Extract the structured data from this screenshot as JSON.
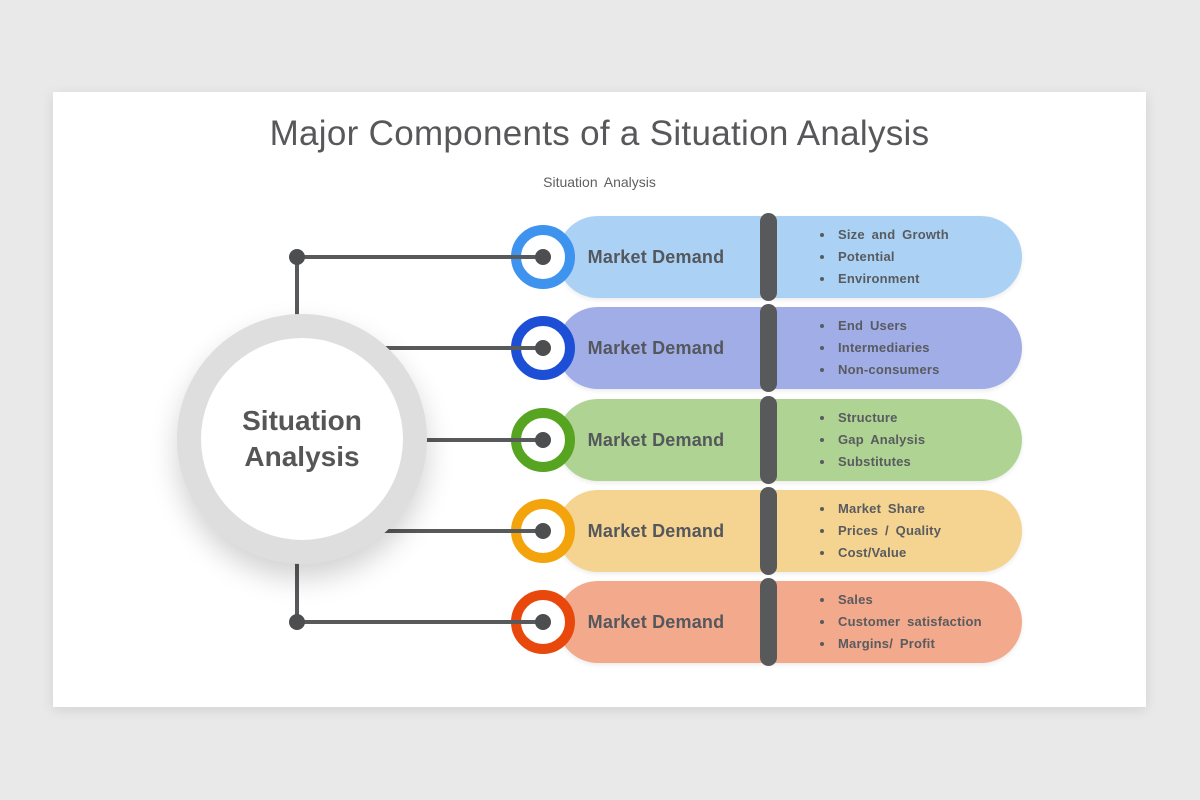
{
  "title": "Major Components of a Situation Analysis",
  "subtitle": "Situation Analysis",
  "center": {
    "line1": "Situation",
    "line2": "Analysis"
  },
  "rows": [
    {
      "label": "Market Demand",
      "bullets": [
        "Size and Growth",
        "Potential",
        "Environment"
      ],
      "pill_color": "#abd2f5",
      "ring_color": "#3e93ee"
    },
    {
      "label": "Market Demand",
      "bullets": [
        "End Users",
        "Intermediaries",
        "Non-consumers"
      ],
      "pill_color": "#a1ade7",
      "ring_color": "#1c4fd6"
    },
    {
      "label": "Market Demand",
      "bullets": [
        "Structure",
        "Gap Analysis",
        "Substitutes"
      ],
      "pill_color": "#afd393",
      "ring_color": "#57a420"
    },
    {
      "label": "Market Demand",
      "bullets": [
        "Market Share",
        "Prices / Quality",
        "Cost/Value"
      ],
      "pill_color": "#f5d390",
      "ring_color": "#f3a30b"
    },
    {
      "label": "Market Demand",
      "bullets": [
        "Sales",
        "Customer satisfaction",
        "Margins/ Profit"
      ],
      "pill_color": "#f3a98b",
      "ring_color": "#e9480d"
    }
  ],
  "colors": {
    "background": "#e9e9e9",
    "card": "#ffffff",
    "connector": "#58595b",
    "circle_ring": "#dedede",
    "text": "#58585a"
  }
}
